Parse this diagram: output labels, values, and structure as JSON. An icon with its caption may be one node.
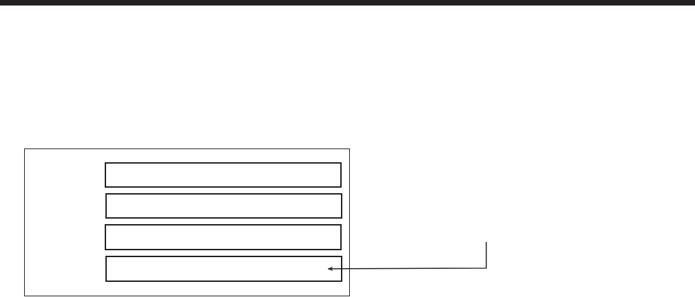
{
  "diagram": {
    "nodes": [
      {
        "text": [],
        "shape": "box"
      },
      {
        "text": [],
        "shape": "box",
        "in": 0
      },
      {
        "text": [],
        "shape": "box",
        "in": 0
      },
      {
        "text": [],
        "shape": "box",
        "in": 0
      },
      {
        "text": [],
        "shape": "box",
        "in": 0
      }
    ],
    "edges": [
      {
        "from": null,
        "to": 4,
        "arrow": "to"
      }
    ]
  }
}
